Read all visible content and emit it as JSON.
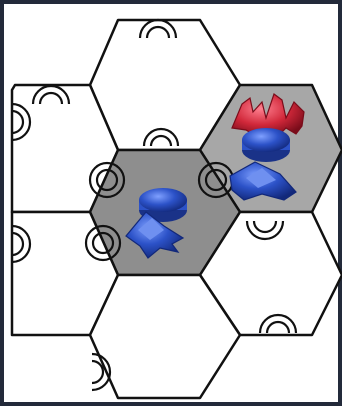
{
  "board": {
    "frame_color": "#232a3a",
    "hex_fill": "#ffffff",
    "hex_stroke": "#111111",
    "selected_fill": "#8e8e8e",
    "selected_hexes": [
      "hex-center-left",
      "hex-right-upper"
    ],
    "hexes": [
      "hex-top",
      "hex-left-upper",
      "hex-right-upper",
      "hex-center",
      "hex-left-lower",
      "hex-center-lower",
      "hex-right-lower",
      "hex-bottom"
    ]
  },
  "units": [
    {
      "name": "blue-ship-unit",
      "faction": "blue",
      "color": "#2c52c8",
      "hex": "hex-center-left"
    },
    {
      "name": "blue-ship-unit",
      "faction": "blue",
      "color": "#2c52c8",
      "hex": "hex-right-upper"
    },
    {
      "name": "red-ground-unit",
      "faction": "red",
      "color": "#d1283a",
      "hex": "hex-right-upper"
    }
  ],
  "colors": {
    "blue_unit": "#2c52c8",
    "blue_unit_dark": "#1a3288",
    "red_unit": "#d1283a",
    "red_unit_dark": "#8c1020"
  }
}
